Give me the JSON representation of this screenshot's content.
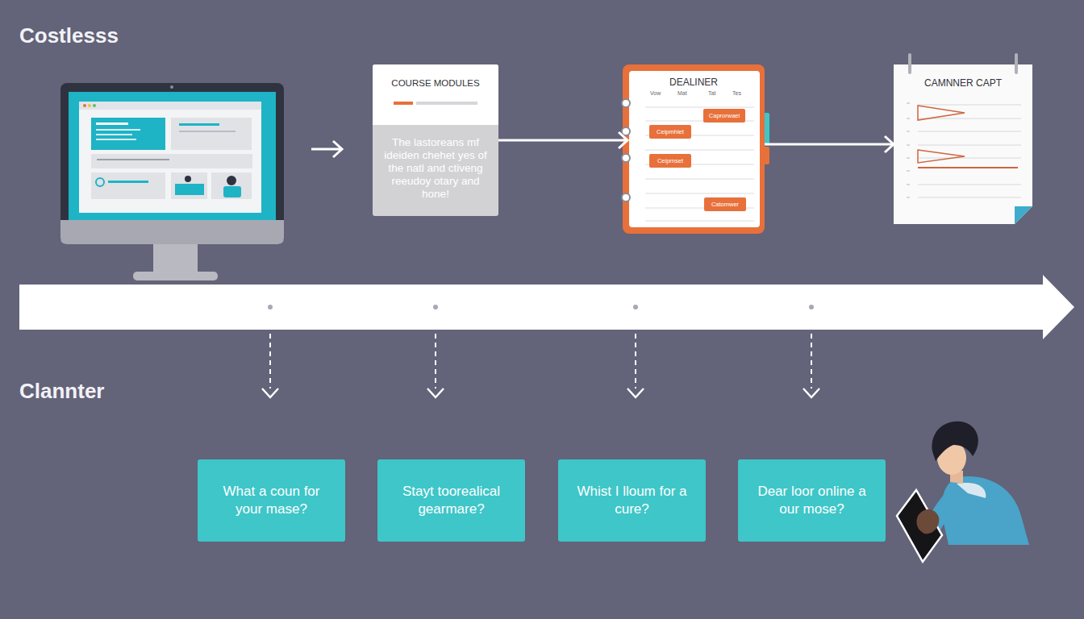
{
  "diagram": {
    "title": "Costlesss",
    "nodes": [
      {
        "text": [
          "COURSE MODULES",
          "The lastoreans mf ideiden chehet yes of the natl and ctiveng reeudoy otary and hone!"
        ]
      },
      {
        "text": [
          "DEALINER",
          "Vow",
          "Mat",
          "Tat",
          "Tes"
        ]
      },
      {
        "text": [
          "Caprorwaei"
        ],
        "in": 1
      },
      {
        "text": [
          "Ceipmhiet"
        ],
        "in": 1
      },
      {
        "text": [
          "Ceiprnset"
        ],
        "in": 1
      },
      {
        "text": [
          "Catomwer"
        ],
        "in": 1
      },
      {
        "text": [
          "CAMNNER CAPT"
        ]
      },
      {
        "text": [
          "What a coun for your mase?"
        ]
      },
      {
        "text": [
          "Stayt toorealical gearmare?"
        ]
      },
      {
        "text": [
          "Whist I lloum for a cure?"
        ]
      },
      {
        "text": [
          "Dear loor online a our mose?"
        ]
      }
    ],
    "edges": [
      {
        "from": 0,
        "to": 1,
        "arrow": "to"
      },
      {
        "from": 1,
        "to": 6,
        "arrow": "to"
      }
    ],
    "labels": [
      "Clannter"
    ]
  }
}
